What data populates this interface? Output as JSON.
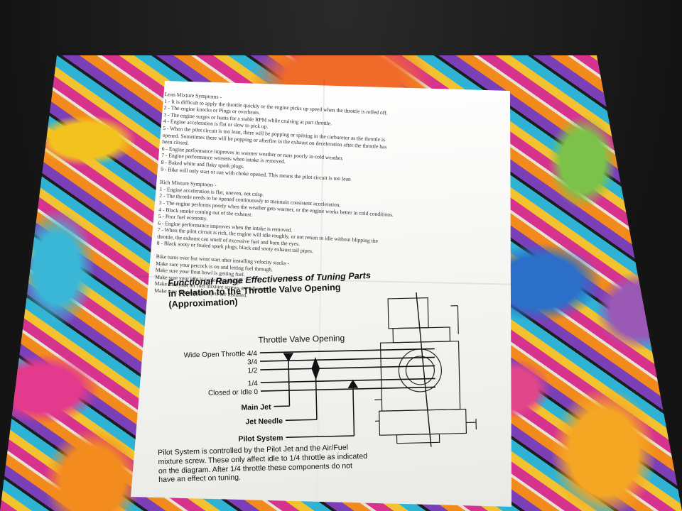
{
  "lean": {
    "lines": [
      "Lean Mixture Symptoms -",
      "1 - It is difficult to apply the throttle quickly or the engine picks up speed when the throttle is rolled off.",
      "2 - The engine knocks or Pings or overheats.",
      "3 - The engine surges or hunts for a stable RPM while cruising at part throttle.",
      "4 - Engine acceleration is flat or slow to pick up.",
      "5 - When the pilot circuit is too lean, there will be popping or spitting in the carburetor as the throttle is",
      "opened.    Sometimes there will be popping or afterfire in the exhaust on deceleration after the throttle has",
      "been closed.",
      "6 - Engine performance improves in warmer weather or runs poorly in cold weather.",
      "7 - Engine performance worsens when intake is removed.",
      "8 - Baked white and flaky spark plugs.",
      "9 - Bike will only start or run with choke opened. This means the pilot circuit is too lean"
    ]
  },
  "rich": {
    "lines": [
      "Rich Mixture Symptoms -",
      "1 - Engine acceleration is flat, uneven, not crisp.",
      "2 - The throttle needs to be opened continuously to maintain consistent acceleration.",
      "3 - The engine performs poorly when the weather gets warmer, or the engine works better in cold conditions.",
      "4 - Black smoke coming out of the exhaust.",
      "5 - Poor fuel economy.",
      "6 - Engine performance improves when the intake is removed.",
      "7 - When the pilot circuit is rich, the engine will idle roughly, or not return to idle without blipping the",
      "throttle, the exhaust can smell of excessive fuel and burn the eyes.",
      "8 - Black sooty or fouled spark plugs, black and sooty exhaust tail pipes."
    ]
  },
  "bike": {
    "lines": [
      "Bike turns over but wont start after installing velocity stacks -",
      "Make sure your petcock is on and letting fuel through.",
      "Make sure your float bowl is getting fuel.",
      "Make sure your idle is turned up enough.",
      "Make sure your air fuel mixture screws are adjusted.",
      "Make sure your new pilot jets are installed."
    ]
  },
  "heading": {
    "line1": "Functional Range Effectiveness of Tuning Parts",
    "line2": "in Relation to the Throttle Valve Opening",
    "line3": "(Approximation)"
  },
  "diagram": {
    "title": "Throttle Valve Opening",
    "levels": [
      "Wide Open Throttle 4/4",
      "3/4",
      "1/2",
      "1/4",
      "Closed or Idle  0"
    ],
    "components": [
      "Main Jet",
      "Jet Needle",
      "Pilot System"
    ]
  },
  "caption": {
    "lines": [
      "Pilot System is controlled by the Pilot Jet and the Air/Fuel",
      "mixture screw. These only affect idle to 1/4 throttle as indicated",
      "on the diagram. After 1/4 throttle these components do not",
      "have an effect on tuning."
    ]
  }
}
